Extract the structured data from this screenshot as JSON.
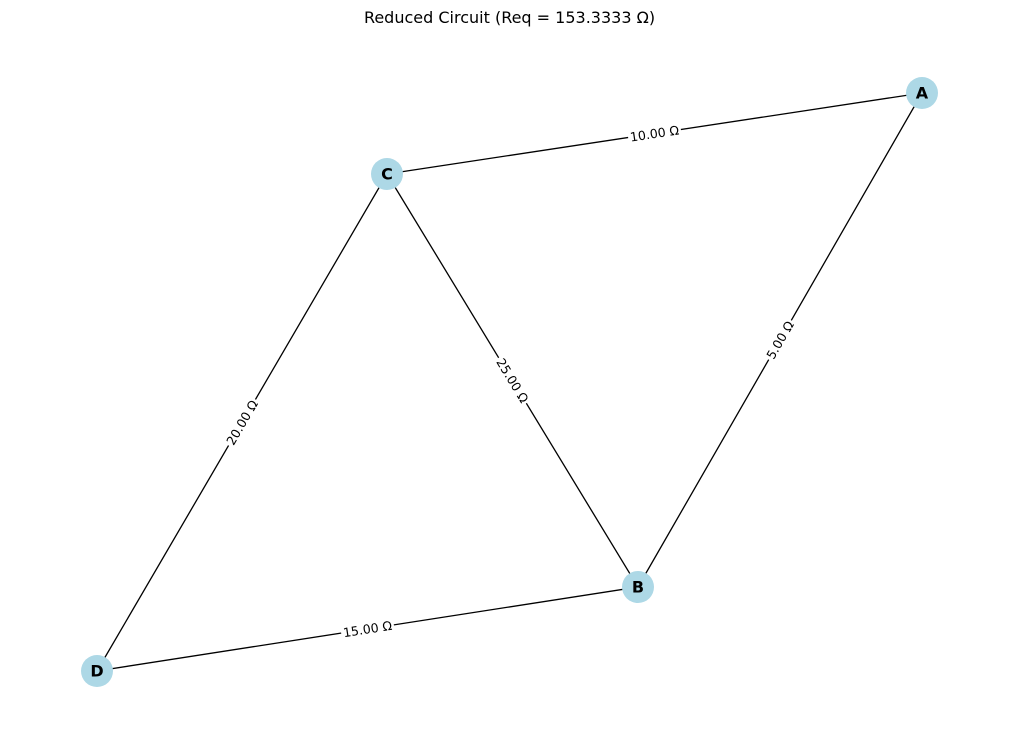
{
  "title": "Reduced Circuit (Req = 153.3333 Ω)",
  "colors": {
    "node_fill": "#add8e6",
    "edge": "#000000",
    "text": "#000000"
  },
  "nodes": [
    {
      "id": "A",
      "label": "A"
    },
    {
      "id": "B",
      "label": "B"
    },
    {
      "id": "C",
      "label": "C"
    },
    {
      "id": "D",
      "label": "D"
    }
  ],
  "edges": [
    {
      "from": "C",
      "to": "A",
      "label": "10.00 Ω"
    },
    {
      "from": "A",
      "to": "B",
      "label": "5.00 Ω"
    },
    {
      "from": "C",
      "to": "B",
      "label": "25.00 Ω"
    },
    {
      "from": "C",
      "to": "D",
      "label": "20.00 Ω"
    },
    {
      "from": "D",
      "to": "B",
      "label": "15.00 Ω"
    }
  ]
}
